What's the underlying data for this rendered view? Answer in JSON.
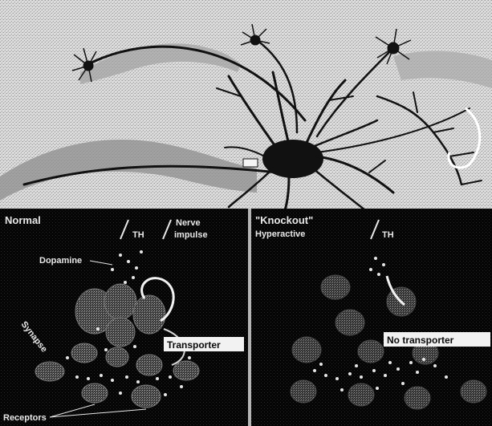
{
  "panels": {
    "normal": {
      "title": "Normal",
      "th_label": "TH",
      "nerve_label": "Nerve",
      "impulse_label": "impulse",
      "dopamine_label": "Dopamine",
      "synapse_label": "Synapse",
      "transporter_label": "Transporter",
      "receptors_label": "Receptors"
    },
    "knockout": {
      "title": "\"Knockout\"",
      "subtitle": "Hyperactive",
      "th_label": "TH",
      "no_transporter_label": "No transporter"
    }
  },
  "colors": {
    "background": "#ffffff",
    "texture": "#d0d0d0",
    "neuron": "#111111",
    "panel": "#0a0a0a",
    "panel_text": "#e8e8e8",
    "highlight_box": "#f2f2f2"
  }
}
